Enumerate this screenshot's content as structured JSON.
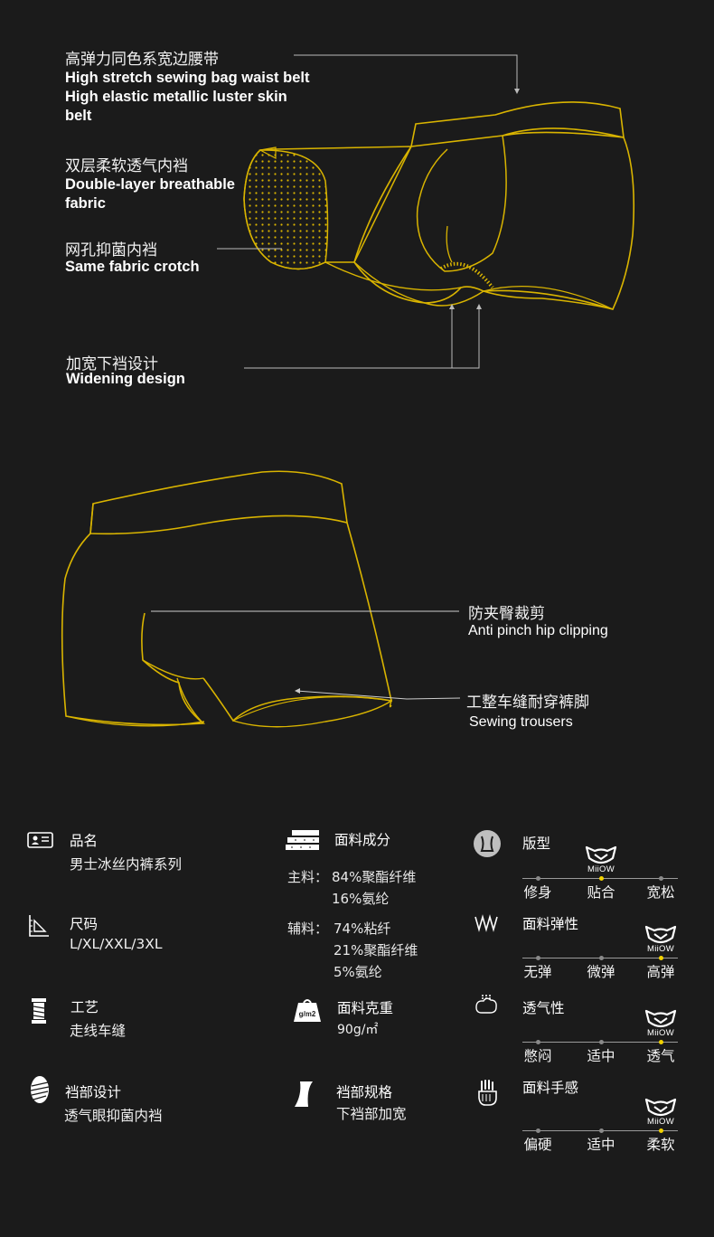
{
  "callouts": {
    "waist": {
      "cn": "高弹力同色系宽边腰带",
      "en": [
        "High stretch sewing bag waist belt",
        "High elastic metallic luster skin",
        "belt"
      ]
    },
    "double": {
      "cn": "双层柔软透气内裆",
      "en": [
        "Double-layer breathable",
        "fabric"
      ]
    },
    "mesh": {
      "cn": "网孔抑菌内裆",
      "en": [
        "Same fabric crotch"
      ]
    },
    "widen": {
      "cn": "加宽下裆设计",
      "en": [
        "Widening design"
      ]
    },
    "hip": {
      "cn": "防夹臀裁剪",
      "en": [
        "Anti pinch hip clipping"
      ]
    },
    "hem": {
      "cn": "工整车缝耐穿裤脚",
      "en": [
        "Sewing trousers"
      ]
    }
  },
  "specs": {
    "name": {
      "title": "品名",
      "value": "男士冰丝内裤系列",
      "icon": "id-card-icon"
    },
    "size": {
      "title": "尺码",
      "value": "L/XL/XXL/3XL",
      "icon": "ruler-icon"
    },
    "craft": {
      "title": "工艺",
      "value": "走线车缝",
      "icon": "thread-spool-icon"
    },
    "crotch": {
      "title": "裆部设计",
      "value": "透气眼抑菌内裆",
      "icon": "egg-pattern-icon"
    },
    "composition": {
      "title": "面料成分",
      "icon": "fabric-stack-icon",
      "main_label": "主料：",
      "main": [
        "84%聚酯纤维",
        "16%氨纶"
      ],
      "aux_label": "辅料：",
      "aux": [
        "74%粘纤",
        "21%聚酯纤维",
        "5%氨纶"
      ]
    },
    "weight": {
      "title": "面料克重",
      "value": "90g/㎡",
      "icon": "weight-icon",
      "icon_text": "g/m2"
    },
    "crotch_spec": {
      "title": "裆部规格",
      "value": "下裆部加宽",
      "icon": "crotch-shape-icon"
    }
  },
  "ratings": [
    {
      "title": "版型",
      "icon": "body-shape-icon",
      "labels": [
        "修身",
        "贴合",
        "宽松"
      ],
      "selected": 1
    },
    {
      "title": "面料弹性",
      "icon": "elastic-wave-icon",
      "labels": [
        "无弹",
        "微弹",
        "高弹"
      ],
      "selected": 2
    },
    {
      "title": "透气性",
      "icon": "breath-icon",
      "labels": [
        "憋闷",
        "适中",
        "透气"
      ],
      "selected": 2
    },
    {
      "title": "面料手感",
      "icon": "hand-touch-icon",
      "labels": [
        "偏硬",
        "适中",
        "柔软"
      ],
      "selected": 2
    }
  ],
  "brand": {
    "logo_text": "MiiOW"
  },
  "colors": {
    "background": "#1b1b1b",
    "accent": "#f2d200",
    "line": "#d9b400"
  }
}
